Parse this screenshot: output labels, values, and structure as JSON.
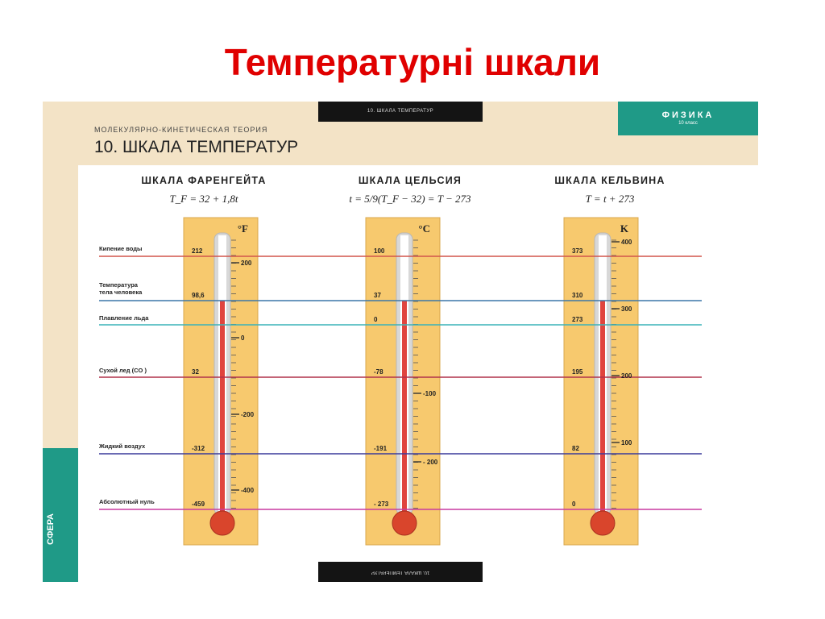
{
  "slide_title": "Температурні шкали",
  "poster": {
    "top_tab": "10. ШКАЛА ТЕМПЕРАТУР",
    "bottom_tab": "10. ШКАЛА ТЕМПЕРАТУР",
    "brand": {
      "title": "ФИЗИКА",
      "subtitle": "10 класс"
    },
    "side_logo": "СФЕРА",
    "subtitle": "МОЛЕКУЛЯРНО-КИНЕТИЧЕСКАЯ ТЕОРИЯ",
    "title": "10. ШКАЛА ТЕМПЕРАТУР"
  },
  "colors": {
    "thermo_bg": "#f7c96e",
    "mercury": "#e0443e",
    "tube": "#b8b8b8",
    "bulb": "#d9452c",
    "line_boil": "#d2554c",
    "line_body": "#3c77a8",
    "line_ice": "#3ab3b8",
    "line_dry": "#b0324a",
    "line_air": "#3a3a9c",
    "line_zero": "#c83aa0"
  },
  "events": [
    {
      "label_lines": [
        "Кипение воды"
      ],
      "color_key": "line_boil"
    },
    {
      "label_lines": [
        "Температура",
        "тела человека"
      ],
      "color_key": "line_body"
    },
    {
      "label_lines": [
        "Плавление льда"
      ],
      "color_key": "line_ice"
    },
    {
      "label_lines": [
        "Сухой лед (CO )"
      ],
      "color_key": "line_dry"
    },
    {
      "label_lines": [
        "Жидкий воздух"
      ],
      "color_key": "line_air"
    },
    {
      "label_lines": [
        "Абсолютный нуль"
      ],
      "color_key": "line_zero"
    }
  ],
  "scales": [
    {
      "name": "ШКАЛА ФАРЕНГЕЙТА",
      "formula": "T_F = 32 + 1,8t",
      "unit": "°F",
      "marks": [
        "212",
        "98,6",
        "",
        "32",
        "-312",
        "-459"
      ],
      "ticks": [
        "200",
        "0",
        "-200",
        "-400"
      ]
    },
    {
      "name": "ШКАЛА ЦЕЛЬСИЯ",
      "formula": "t = 5/9(T_F − 32) = T − 273",
      "unit": "°C",
      "marks": [
        "100",
        "37",
        "0",
        "-78",
        "-191",
        "- 273"
      ],
      "ticks": [
        "-100",
        "- 200"
      ]
    },
    {
      "name": "ШКАЛА КЕЛЬВИНА",
      "formula": "T = t + 273",
      "unit": "K",
      "marks": [
        "373",
        "310",
        "273",
        "195",
        "82",
        "0"
      ],
      "ticks": [
        "400",
        "300",
        "200",
        "100"
      ]
    }
  ]
}
